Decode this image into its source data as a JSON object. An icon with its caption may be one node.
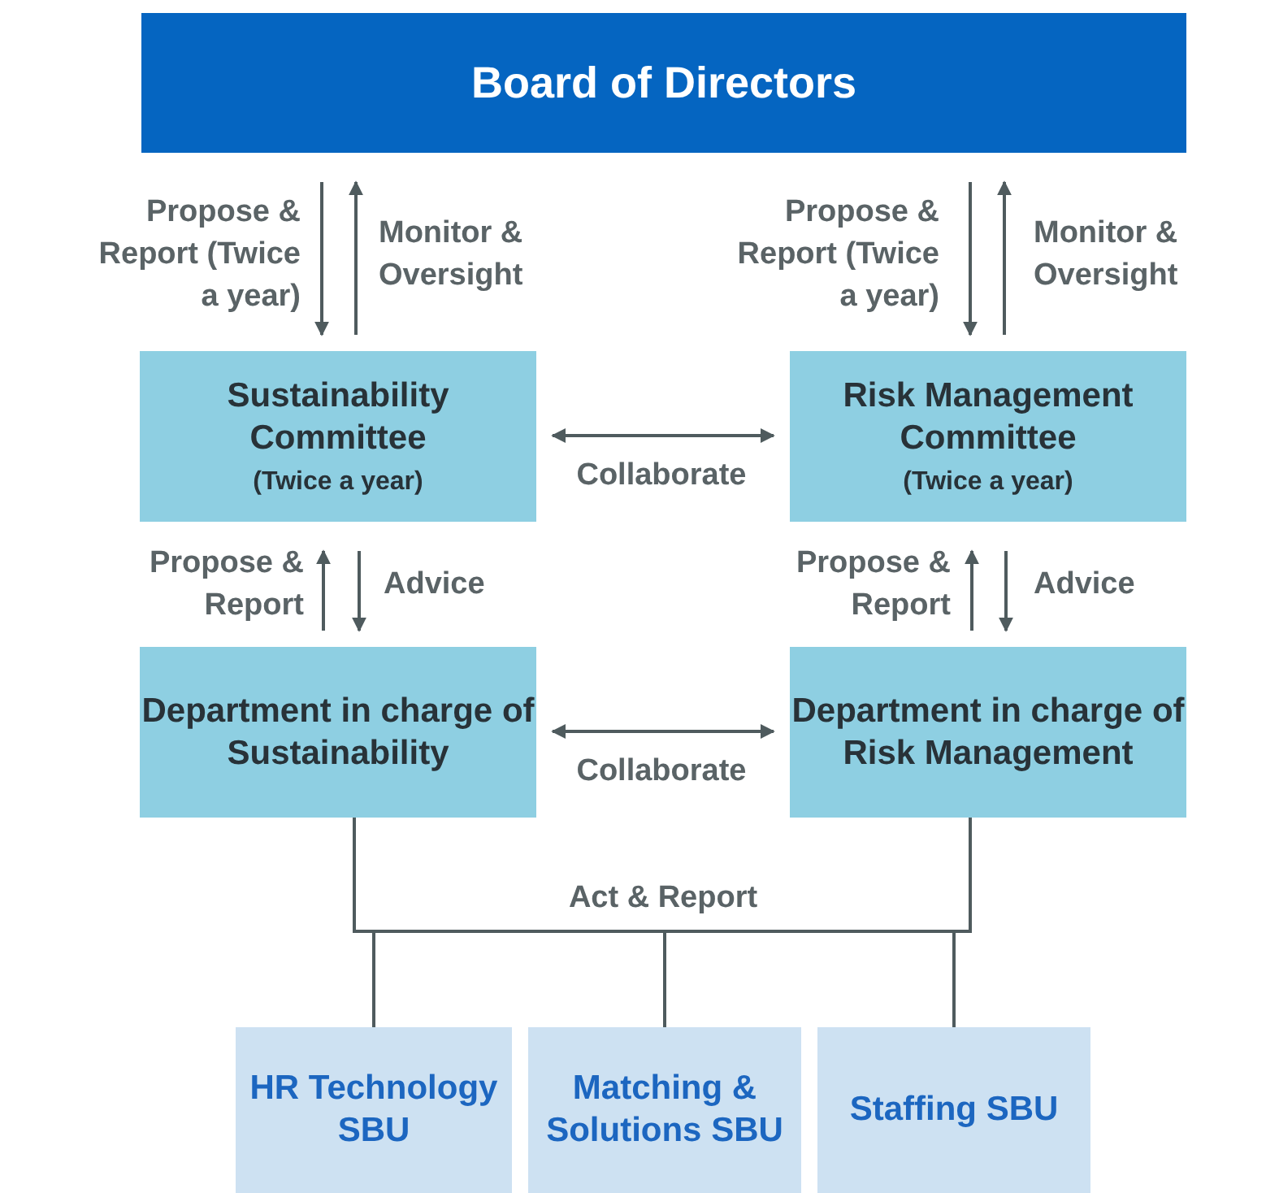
{
  "diagram": {
    "nodes": [
      {
        "text": [
          "Board of Directors"
        ]
      },
      {
        "text": [
          "Sustainability Committee",
          "(Twice a year)"
        ]
      },
      {
        "text": [
          "Risk Management Committee",
          "(Twice a year)"
        ]
      },
      {
        "text": [
          "Department in charge of Sustainability"
        ]
      },
      {
        "text": [
          "Department in charge of Risk Management"
        ]
      },
      {
        "text": [
          "HR Technology SBU"
        ]
      },
      {
        "text": [
          "Matching & Solutions SBU"
        ]
      },
      {
        "text": [
          "Staffing SBU"
        ]
      }
    ],
    "edges": [
      {
        "from": 0,
        "to": 1,
        "arrow": "to",
        "label": "Propose & Report (Twice a year)"
      },
      {
        "from": 1,
        "to": 0,
        "arrow": "to",
        "label": "Monitor & Oversight"
      },
      {
        "from": 0,
        "to": 2,
        "arrow": "to",
        "label": "Propose & Report (Twice a year)"
      },
      {
        "from": 2,
        "to": 0,
        "arrow": "to",
        "label": "Monitor & Oversight"
      },
      {
        "from": 1,
        "to": 2,
        "arrow": "both",
        "label": "Collaborate"
      },
      {
        "from": 3,
        "to": 1,
        "arrow": "to",
        "label": "Propose & Report"
      },
      {
        "from": 1,
        "to": 3,
        "arrow": "to",
        "label": "Advice"
      },
      {
        "from": 4,
        "to": 2,
        "arrow": "to",
        "label": "Propose & Report"
      },
      {
        "from": 2,
        "to": 4,
        "arrow": "to",
        "label": "Advice"
      },
      {
        "from": 3,
        "to": 4,
        "arrow": "both",
        "label": "Collaborate"
      },
      {
        "from": 3,
        "to": 5,
        "arrow": "none"
      },
      {
        "from": 3,
        "to": 6,
        "arrow": "none"
      },
      {
        "from": 3,
        "to": 7,
        "arrow": "none"
      },
      {
        "from": 4,
        "to": 5,
        "arrow": "none"
      },
      {
        "from": 4,
        "to": 6,
        "arrow": "none"
      },
      {
        "from": 4,
        "to": 7,
        "arrow": "none"
      }
    ],
    "labels": [
      "Act & Report"
    ]
  }
}
